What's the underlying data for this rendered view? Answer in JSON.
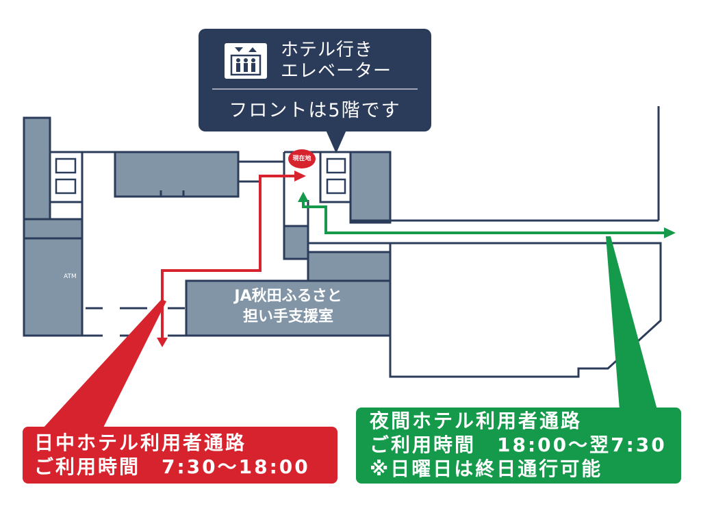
{
  "colors": {
    "navy": "#2b3b5a",
    "block": "#8295a6",
    "red": "#d7232d",
    "green": "#15994a",
    "white": "#ffffff"
  },
  "callout": {
    "icon": "elevator-icon",
    "title_lines": [
      "ホテル行き",
      "エレベーター"
    ],
    "note": "フロントは5階です"
  },
  "map": {
    "current_location": "現在地",
    "atm": "ATM",
    "room_lines": [
      "JA秋田ふるさと",
      "担い手支援室"
    ]
  },
  "routes": {
    "day": {
      "lines": [
        "日中ホテル利用者通路",
        "ご利用時間　7:30〜18:00"
      ]
    },
    "night": {
      "lines": [
        "夜間ホテル利用者通路",
        "ご利用時間　18:00〜翌7:30",
        "※日曜日は終日通行可能"
      ]
    }
  }
}
